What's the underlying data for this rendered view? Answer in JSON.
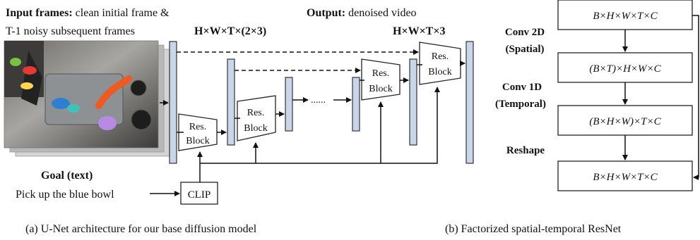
{
  "left_panel": {
    "input_title": "Input frames:",
    "input_desc_1": "clean initial frame &",
    "input_desc_2": "T-1 noisy subsequent frames",
    "input_dims": "H×W×T×(2×3)",
    "output_title": "Output:",
    "output_desc": "denoised video",
    "output_dims": "H×W×T×3",
    "goal_title": "Goal (text)",
    "goal_text": "Pick up the blue bowl",
    "clip_label": "CLIP",
    "res_block_line1": "Res.",
    "res_block_line2": "Block",
    "dots": "......",
    "caption": "(a) U-Net architecture for our base diffusion model"
  },
  "right_panel": {
    "shape_1": "B×H×W×T×C",
    "op_1_line1": "Conv 2D",
    "op_1_line2": "(Spatial)",
    "shape_2": "(B×T)×H×W×C",
    "op_2_line1": "Conv 1D",
    "op_2_line2": "(Temporal)",
    "shape_3": "(B×H×W)×T×C",
    "op_3": "Reshape",
    "shape_4": "B×H×W×T×C",
    "caption": "(b) Factorized spatial-temporal ResNet"
  },
  "colors": {
    "feature_bar": "#c9d6ea",
    "stroke": "#222222"
  }
}
